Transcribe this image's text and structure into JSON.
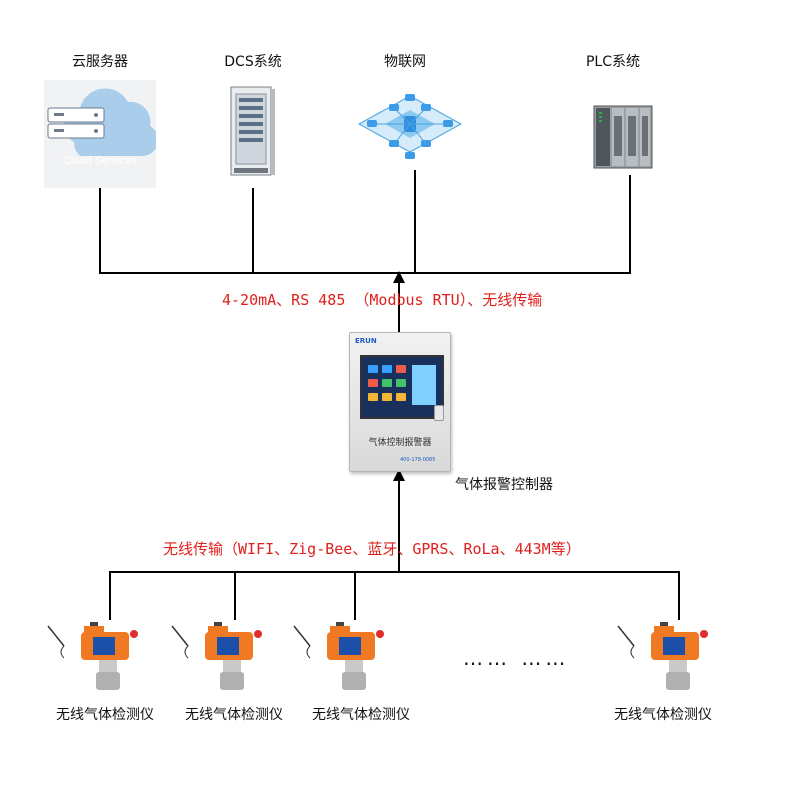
{
  "systems": [
    {
      "name": "云服务器",
      "icon": "cloud-server-icon"
    },
    {
      "name": "DCS系统",
      "icon": "dcs-cabinet-icon"
    },
    {
      "name": "物联网",
      "icon": "iot-network-icon"
    },
    {
      "name": "PLC系统",
      "icon": "plc-module-icon"
    }
  ],
  "cloud_caption": "Cloud Services",
  "upper_link_label": "4-20mA、RS 485 （Modbus RTU）、无线传输",
  "controller": {
    "name": "气体报警控制器",
    "device_label": "气体控制报警器",
    "brand": "ERUN",
    "phone": "400-178-0085"
  },
  "lower_link_label": "无线传输（WIFI、Zig-Bee、蓝牙、GPRS、RoLa、443M等）",
  "detectors": [
    {
      "name": "无线气体检测仪"
    },
    {
      "name": "无线气体检测仪"
    },
    {
      "name": "无线气体检测仪"
    },
    {
      "name": "无线气体检测仪"
    }
  ],
  "ellipsis": "…… ……",
  "colors": {
    "line": "#000000",
    "protocol_text": "#e0201c",
    "detector_body": "#f07a23"
  }
}
